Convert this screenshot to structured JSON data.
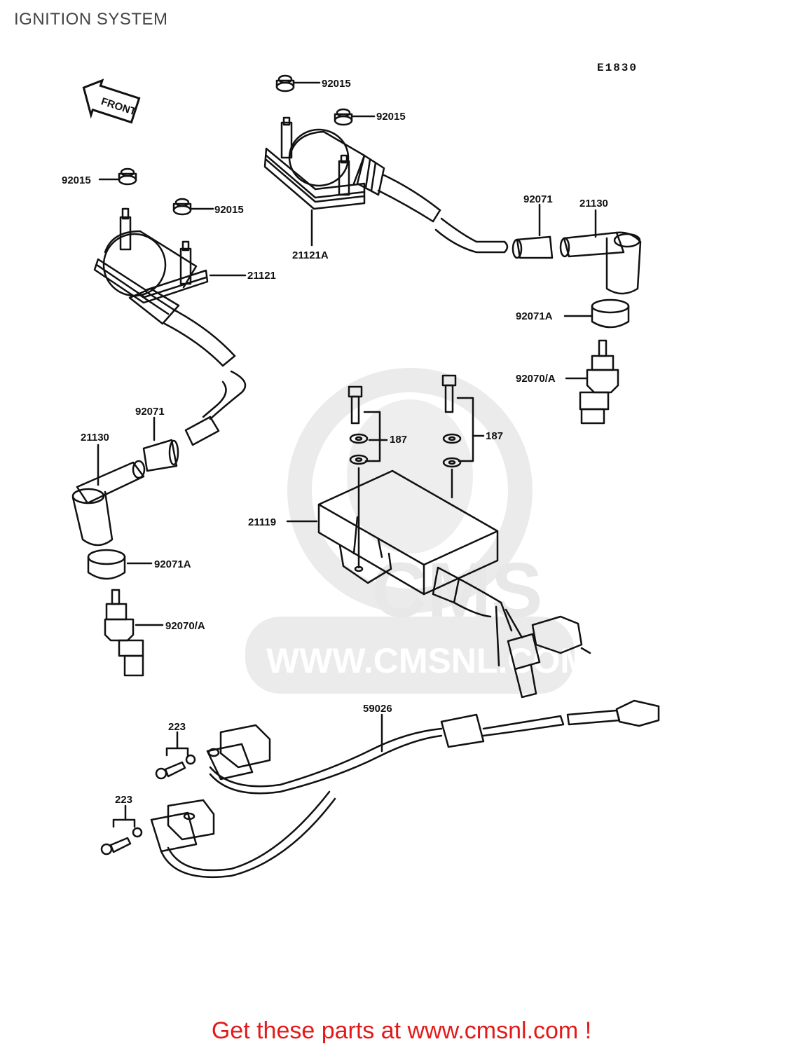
{
  "header": {
    "title": "IGNITION SYSTEM",
    "diagram_id": "E1830"
  },
  "front_arrow": {
    "label": "FRONT"
  },
  "parts": {
    "nut_1": "92015",
    "nut_2": "92015",
    "nut_3": "92015",
    "nut_4": "92015",
    "coil_right": "21121A",
    "coil_left": "21121",
    "boot_right": "92071",
    "cap_right": "21130",
    "seal_right": "92071A",
    "plug_right": "92070/A",
    "boot_left": "92071",
    "cap_left": "21130",
    "seal_left": "92071A",
    "plug_left": "92070/A",
    "bolt_washer_left": "187",
    "bolt_washer_right": "187",
    "igniter": "21119",
    "harness": "59026",
    "pickup_screw_1": "223",
    "pickup_screw_2": "223"
  },
  "watermark": {
    "brand": "CMS",
    "url": "WWW.CMSNL.COM"
  },
  "footer": {
    "cta": "Get these parts at www.cmsnl.com !"
  }
}
